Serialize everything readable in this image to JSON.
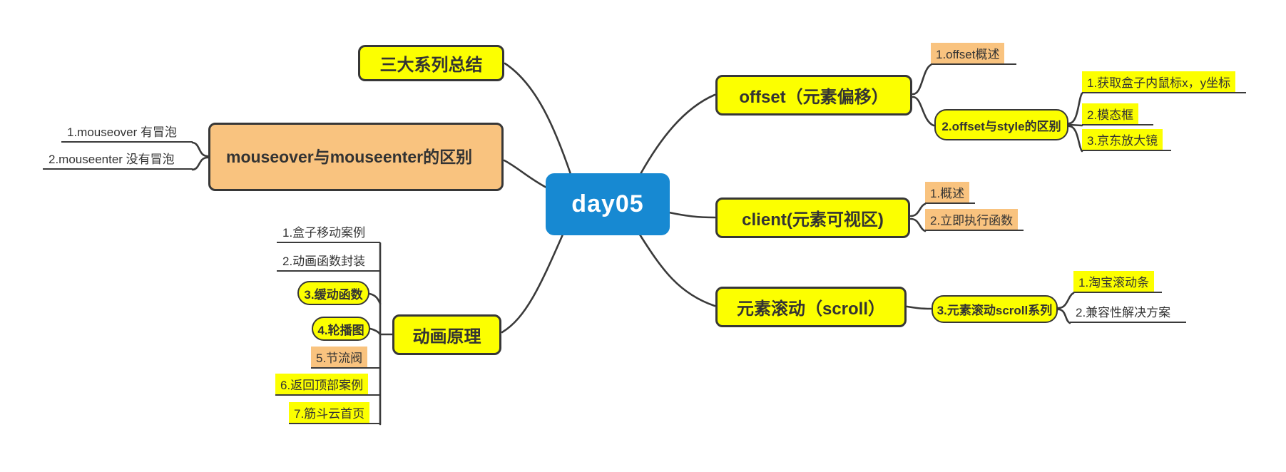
{
  "colors": {
    "central_bg": "#1789D2",
    "topic_yellow": "#FCFF00",
    "topic_orange": "#F9C37F",
    "line": "#3A3A3A"
  },
  "central": {
    "label": "day05"
  },
  "branches": {
    "summary": {
      "label": "三大系列总结"
    },
    "mouse": {
      "label": "mouseover与mouseenter的区别",
      "children": [
        {
          "label": "1.mouseover 有冒泡"
        },
        {
          "label": "2.mouseenter 没有冒泡"
        }
      ]
    },
    "animation": {
      "label": "动画原理",
      "children": [
        {
          "label": "1.盒子移动案例"
        },
        {
          "label": "2.动画函数封装"
        },
        {
          "label": "3.缓动函数"
        },
        {
          "label": "4.轮播图"
        },
        {
          "label": "5.节流阀"
        },
        {
          "label": "6.返回顶部案例"
        },
        {
          "label": "7.筋斗云首页"
        }
      ]
    },
    "offset": {
      "label": "offset（元素偏移）",
      "children": [
        {
          "label": "1.offset概述"
        },
        {
          "label": "2.offset与style的区别",
          "children": [
            {
              "label": "1.获取盒子内鼠标x，y坐标"
            },
            {
              "label": "2.模态框"
            },
            {
              "label": "3.京东放大镜"
            }
          ]
        }
      ]
    },
    "client": {
      "label": "client(元素可视区)",
      "children": [
        {
          "label": "1.概述"
        },
        {
          "label": "2.立即执行函数"
        }
      ]
    },
    "scroll": {
      "label": "元素滚动（scroll）",
      "children": [
        {
          "label": "3.元素滚动scroll系列",
          "children": [
            {
              "label": "1.淘宝滚动条"
            },
            {
              "label": "2.兼容性解决方案"
            }
          ]
        }
      ]
    }
  }
}
